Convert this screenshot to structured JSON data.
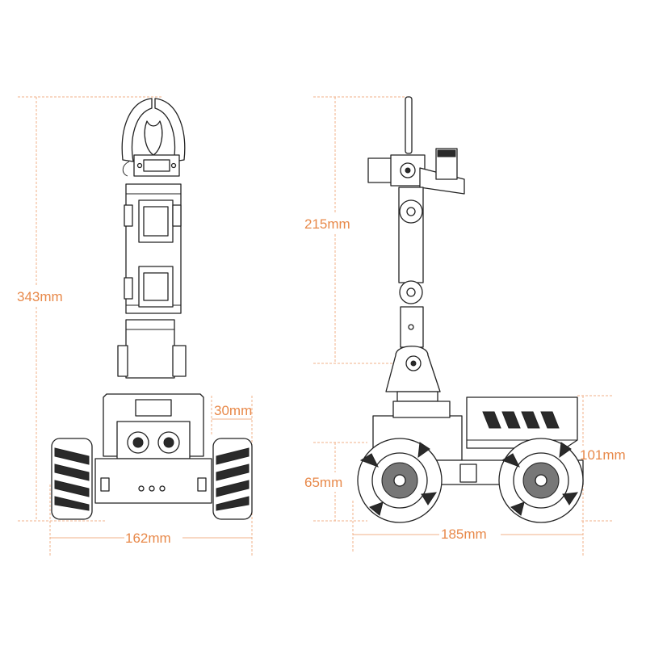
{
  "front_view": {
    "height_label": "343mm",
    "wheel_width_label": "30mm",
    "width_label": "162mm"
  },
  "side_view": {
    "arm_height_label": "215mm",
    "body_height_label": "101mm",
    "wheel_height_label": "65mm",
    "length_label": "185mm"
  },
  "colors": {
    "dimension": "#e8894a",
    "line_art": "#222222"
  }
}
